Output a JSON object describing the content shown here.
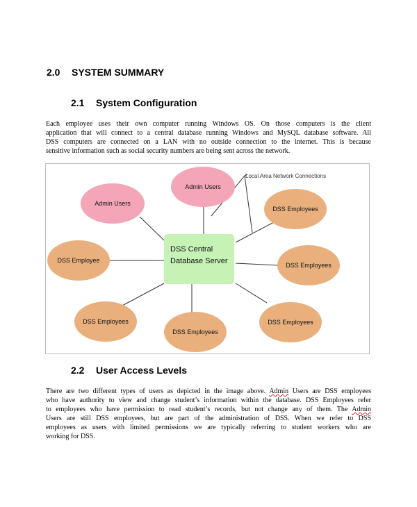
{
  "section": {
    "number": "2.0",
    "title": "SYSTEM SUMMARY"
  },
  "config": {
    "number": "2.1",
    "title": "System Configuration",
    "paragraph_lines": [
      "Each employee uses their own computer running Windows OS. On those computers is the client",
      "application that will connect to a central database running Windows and MySQL database software. All",
      "DSS computers are connected on a LAN with no outside connection to the internet. This is because",
      "sensitive information such as social security numbers are being sent across the network."
    ]
  },
  "diagram": {
    "network_label": "Local Area Network Connections",
    "server_line1": "DSS Central",
    "server_line2": "Database Server",
    "admin_nodes": [
      "Admin Users",
      "Admin Users"
    ],
    "employee_nodes": [
      "DSS Employees",
      "DSS Employee",
      "DSS Employees",
      "DSS Employees",
      "DSS Employees",
      "DSS Employees"
    ],
    "colors": {
      "admin_fill": "#f4a6b8",
      "employee_fill": "#e9b07e",
      "server_fill": "#c6f2b6"
    }
  },
  "access": {
    "number": "2.2",
    "title": "User Access Levels",
    "lines": [
      {
        "pre": "There are two different types of users as depicted in the image above. ",
        "mark": "Admin",
        "post": " Users are DSS employees"
      },
      {
        "pre": "who have authority to view and change student’s information within the database. DSS Employees refer",
        "mark": "",
        "post": ""
      },
      {
        "pre": "to employees who have permission to read student’s records, but not change any of them. The ",
        "mark": "Admin",
        "post": ""
      },
      {
        "pre": "Users are still DSS employees, but are part of the administration of DSS. When we refer to DSS",
        "mark": "",
        "post": ""
      },
      {
        "pre": "employees as users with limited permissions we are typically referring to student workers who are",
        "mark": "",
        "post": ""
      },
      {
        "pre": "working for DSS.",
        "mark": "",
        "post": ""
      }
    ]
  }
}
